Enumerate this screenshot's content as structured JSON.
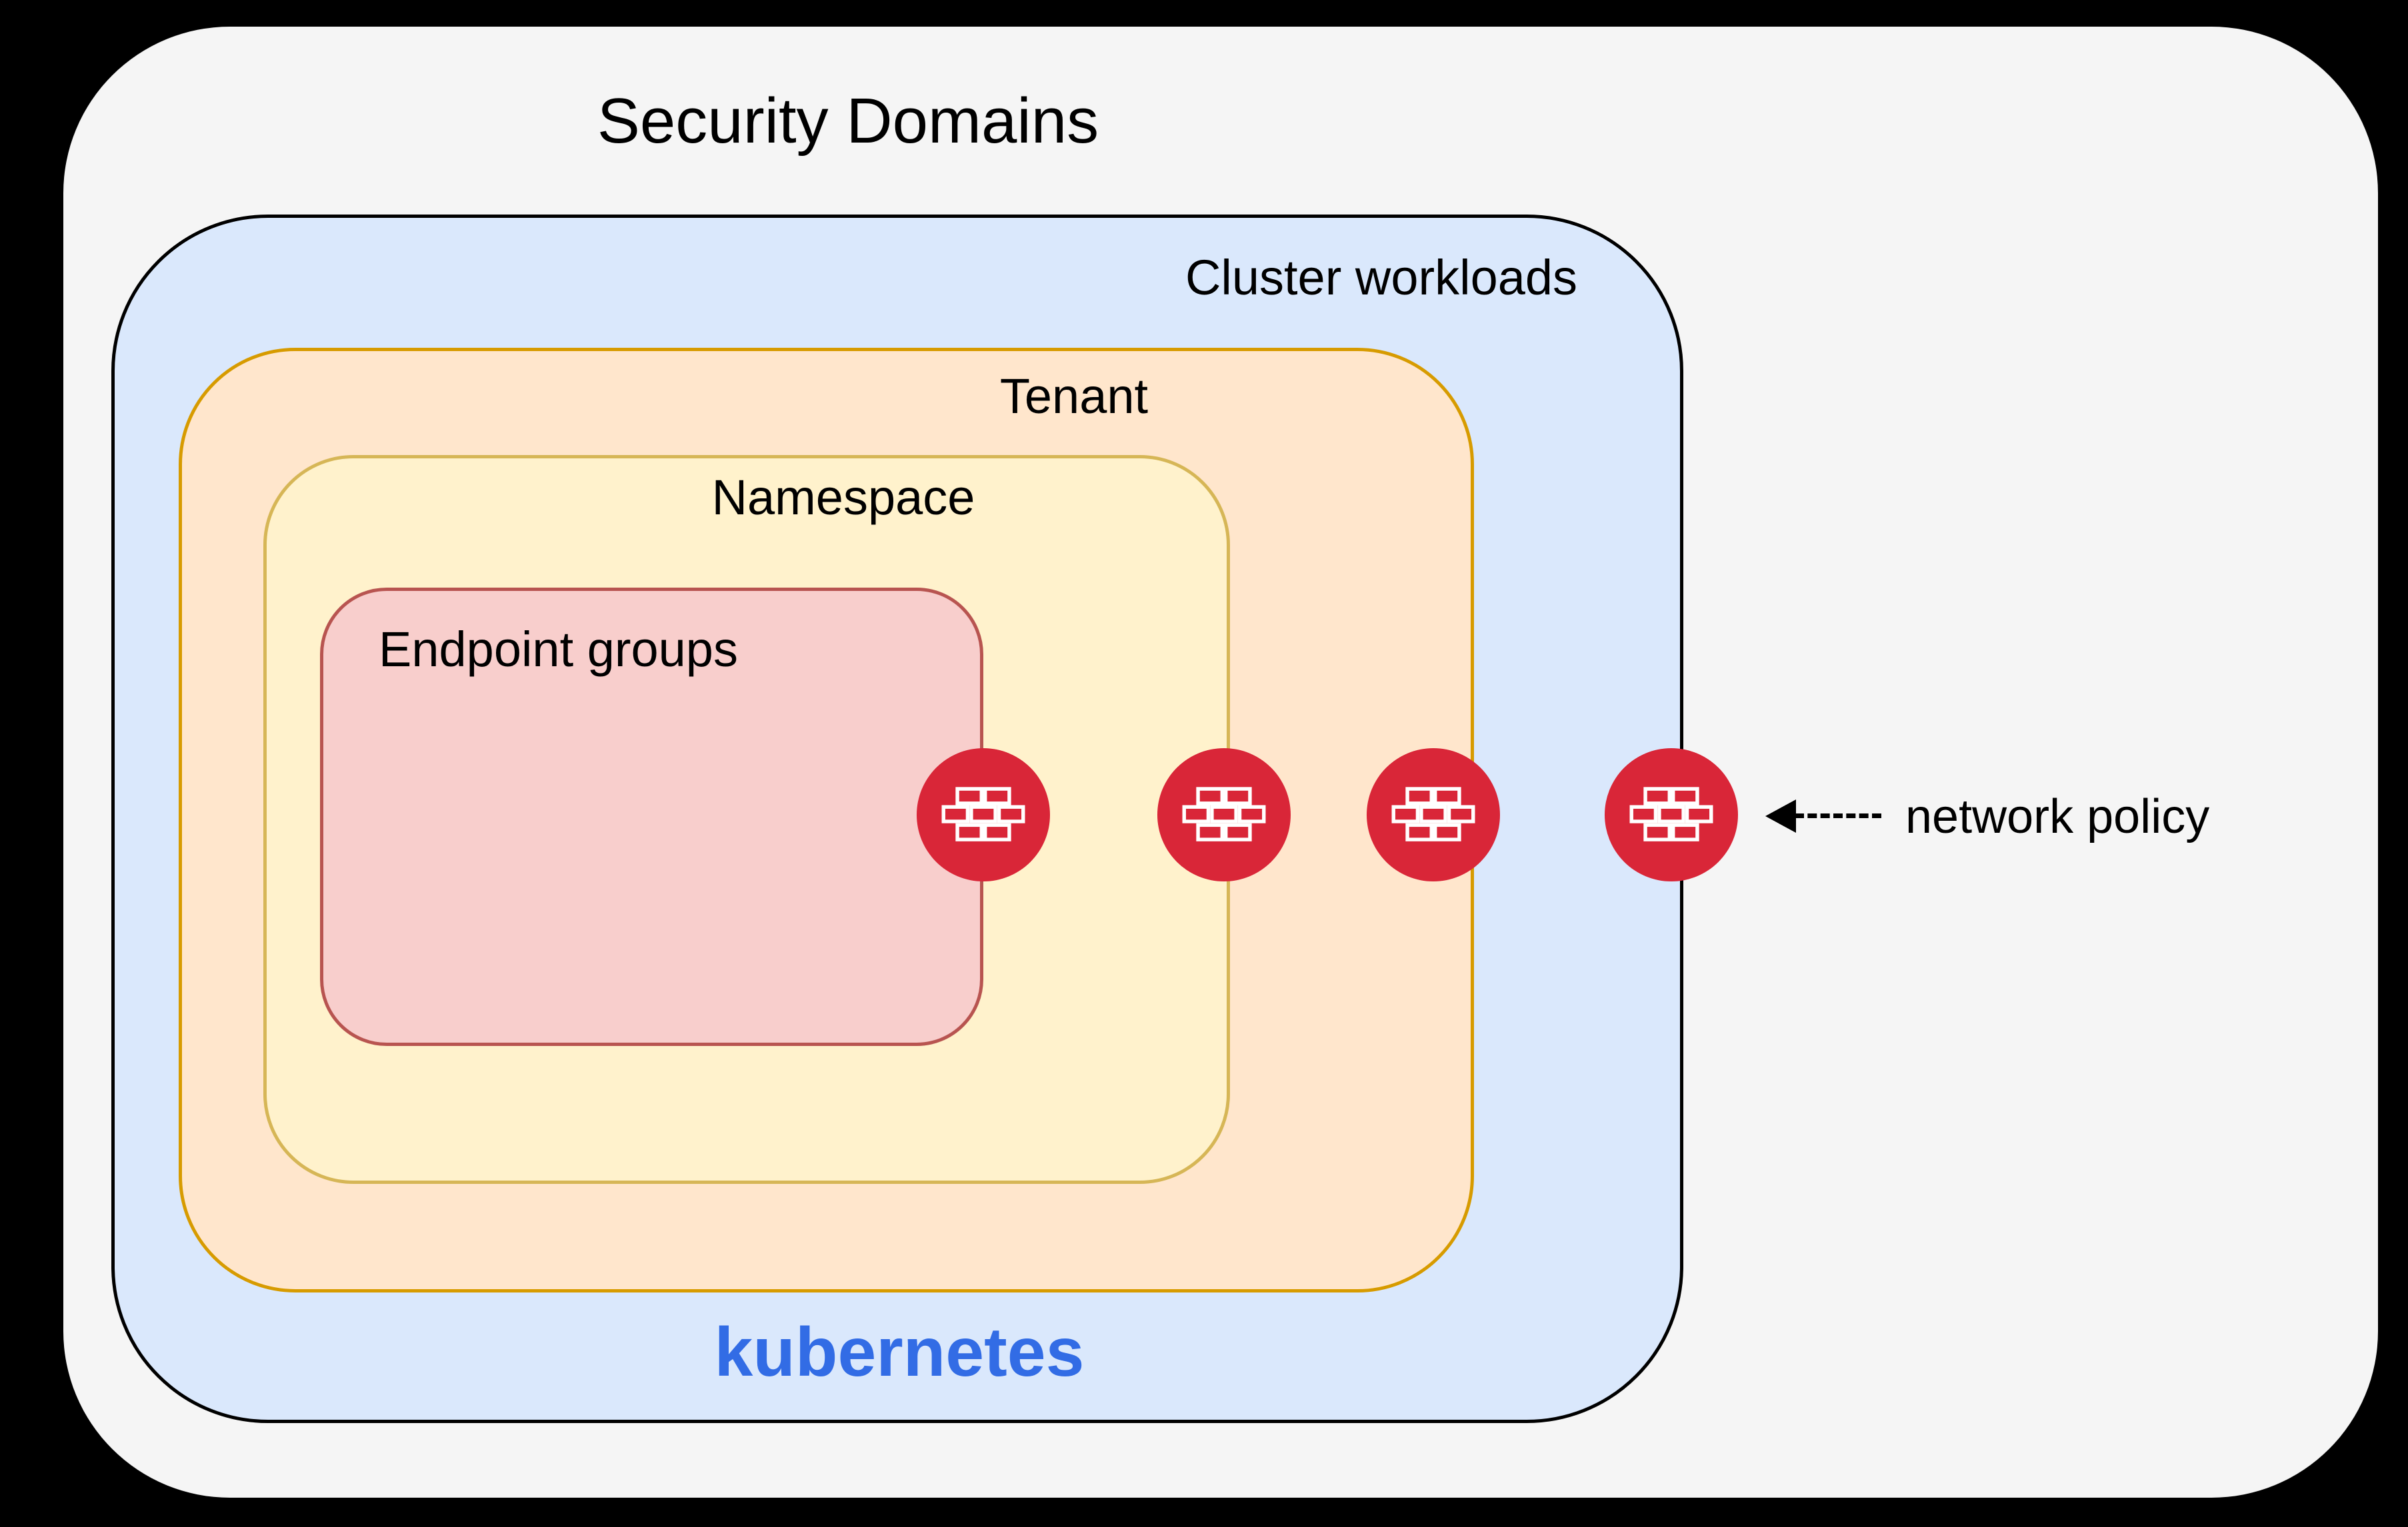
{
  "diagram": {
    "title": "Security Domains",
    "background_color": "#000000",
    "panel_color": "#f5f5f5",
    "text_color": "#000000"
  },
  "domains": [
    {
      "label": "Cluster workloads",
      "fill": "#dae8fc",
      "stroke": "#000000"
    },
    {
      "label": "Tenant",
      "fill": "#ffe6cc",
      "stroke": "#d79b00"
    },
    {
      "label": "Namespace",
      "fill": "#fff2cc",
      "stroke": "#d6b656"
    },
    {
      "label": "Endpoint groups",
      "fill": "#f8cecc",
      "stroke": "#b85450"
    }
  ],
  "kubernetes": {
    "label": "kubernetes",
    "color": "#326ce5"
  },
  "network_policy": {
    "label": "network policy",
    "icon": "firewall-brick-wall-icon",
    "icon_color": "#d92638",
    "icon_count": 4,
    "arrow_color": "#000000"
  }
}
